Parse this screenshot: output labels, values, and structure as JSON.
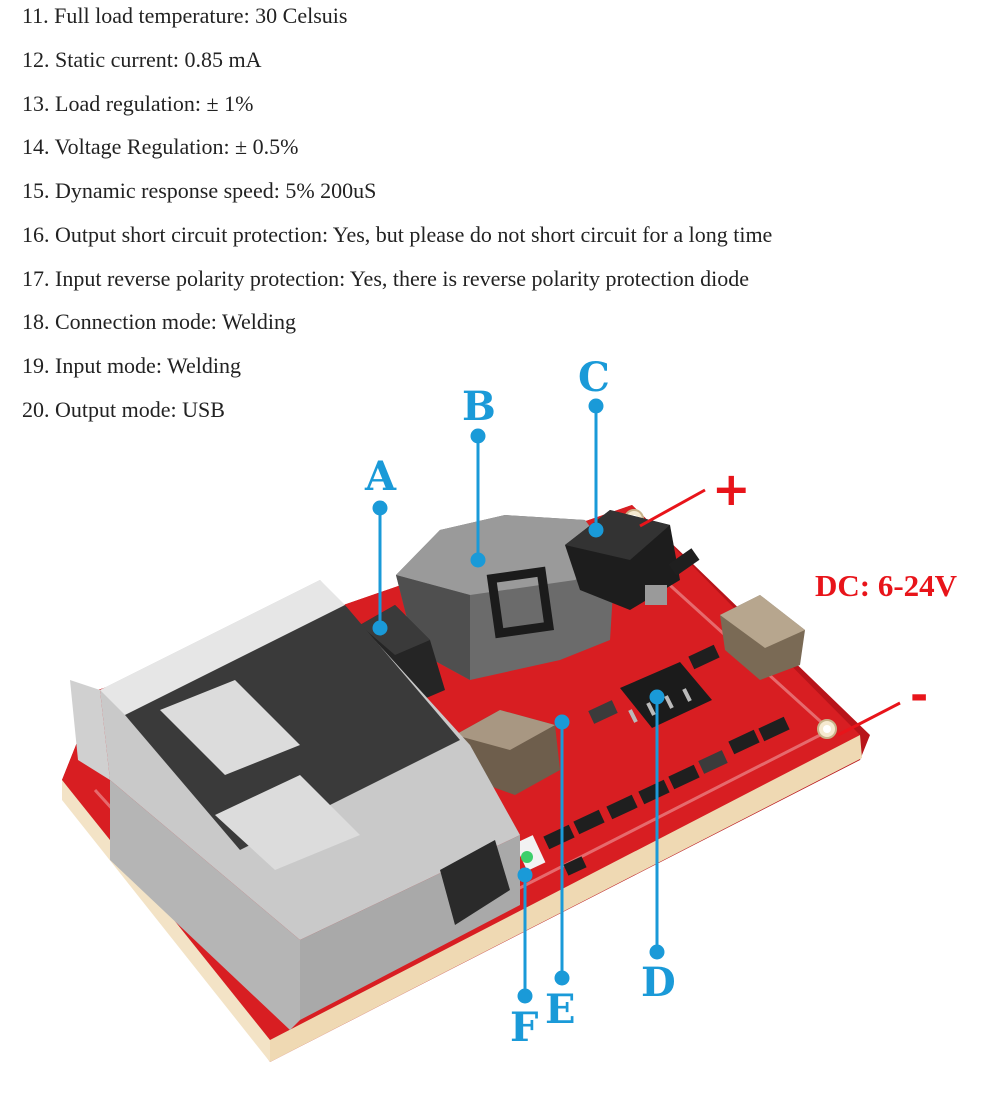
{
  "specs": [
    "11. Full load temperature: 30 Celsuis",
    "12. Static current: 0.85 mA",
    "13. Load regulation: ± 1%",
    "14. Voltage Regulation: ± 0.5%",
    "15. Dynamic response speed: 5% 200uS",
    "16. Output short circuit protection: Yes, but please do not short circuit for a long time",
    "17. Input reverse polarity protection: Yes, there is reverse polarity protection diode",
    "18. Connection mode: Welding",
    "19. Input mode: Welding",
    "20. Output mode: USB"
  ],
  "callouts": {
    "a": "A",
    "b": "B",
    "c": "C",
    "d": "D",
    "e": "E",
    "f": "F"
  },
  "polarity": {
    "plus": "+",
    "minus": "-"
  },
  "input_voltage": "DC: 6-24V",
  "colors": {
    "callout": "#1a9ad8",
    "polarity": "#e8141a",
    "pcb": "#d81e22",
    "text": "#222222"
  }
}
